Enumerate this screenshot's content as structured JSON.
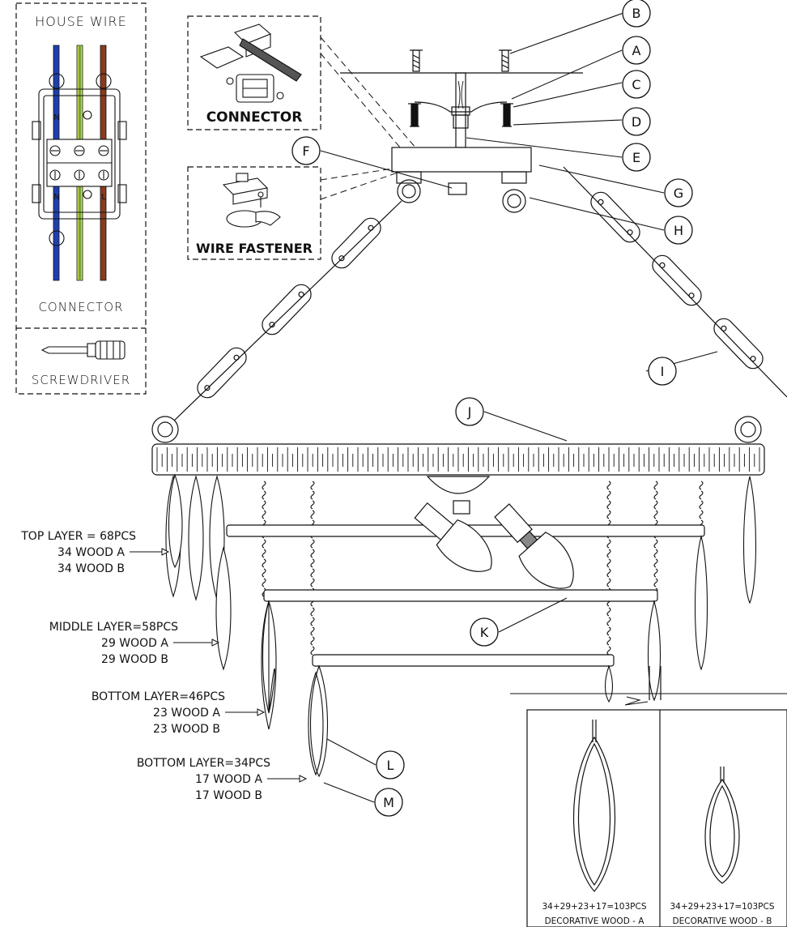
{
  "house_wire_panel": {
    "title": "HOUSE WIRE",
    "connector_label": "CONNECTOR",
    "screwdriver_label": "SCREWDRIVER"
  },
  "inset_connector": {
    "label": "CONNECTOR"
  },
  "inset_wire_fastener": {
    "label": "WIRE FASTENER"
  },
  "callouts": [
    "A",
    "B",
    "C",
    "D",
    "E",
    "F",
    "G",
    "H",
    "I",
    "J",
    "K",
    "L",
    "M"
  ],
  "layers": [
    {
      "title": "TOP LAYER = 68PCS",
      "wood_a": "34 WOOD A",
      "wood_b": "34 WOOD B"
    },
    {
      "title": "MIDDLE LAYER=58PCS",
      "wood_a": "29 WOOD A",
      "wood_b": "29 WOOD B"
    },
    {
      "title": "BOTTOM LAYER=46PCS",
      "wood_a": "23 WOOD A",
      "wood_b": "23 WOOD B"
    },
    {
      "title": "BOTTOM LAYER=34PCS",
      "wood_a": "17 WOOD A",
      "wood_b": "17 WOOD B"
    }
  ],
  "detail_panel": {
    "a": {
      "count": "34+29+23+17=103PCS",
      "name": "DECORATIVE WOOD - A"
    },
    "b": {
      "count": "34+29+23+17=103PCS",
      "name": "DECORATIVE WOOD - B"
    }
  },
  "colors": {
    "line": "#111111",
    "wire_blue": "#1f3fae",
    "wire_green": "#6da83a",
    "wire_yellow": "#e2d24a",
    "wire_brown": "#8a3a1e"
  }
}
